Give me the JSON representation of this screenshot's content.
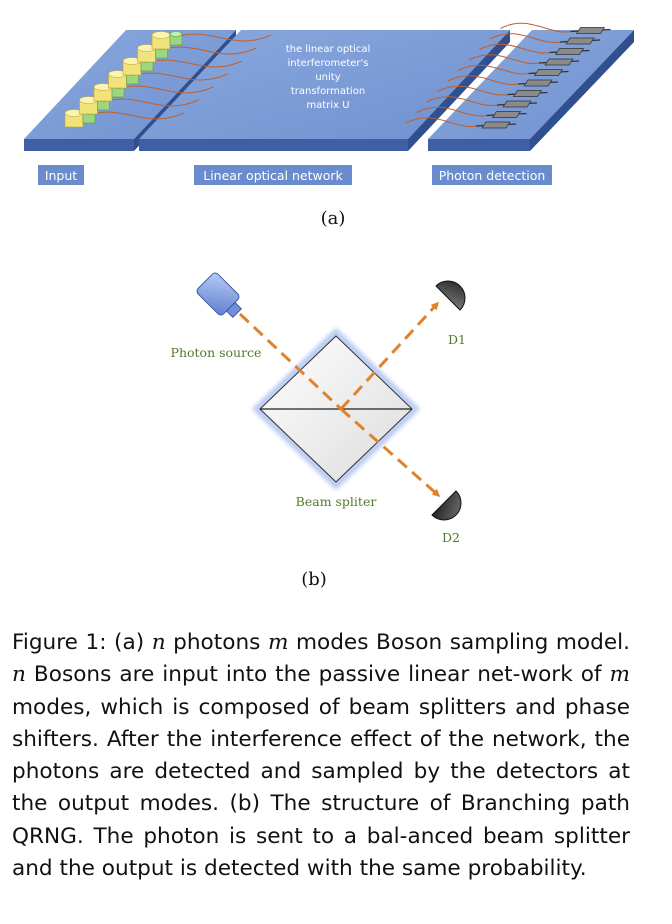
{
  "panel_a": {
    "network_text": [
      "the linear optical",
      "interferometer's",
      "unity",
      "transformation",
      "matrix U"
    ],
    "label_input": "Input",
    "label_network": "Linear optical network",
    "label_detection": "Photon detection",
    "sublabel": "(a)"
  },
  "panel_b": {
    "label_source": "Photon source",
    "label_d1": "D1",
    "label_d2": "D2",
    "label_beam_splitter": "Beam spliter",
    "sublabel": "(b)"
  },
  "colors": {
    "platform_top": "#7f9fd6",
    "platform_front": "#3e5fa3",
    "label_box": "#5b7fc4",
    "beam": "#e0822c",
    "green_text": "#4f7a2e"
  },
  "caption": {
    "p1": "Figure 1:  (a) ",
    "m1": "n",
    "p2": " photons ",
    "m2": "m",
    "p3": " modes Boson sampling model.  ",
    "m3": "n",
    "p4": " Bosons are input into the passive linear net-work of ",
    "m4": "m",
    "p5": " modes, which is composed of beam splitters and phase shifters.  After the interference effect of the network, the photons are detected and sampled by the detectors at the output modes.  (b) The structure of Branching path QRNG. The photon is sent to a bal-anced beam splitter and the output is detected with the same probability."
  }
}
